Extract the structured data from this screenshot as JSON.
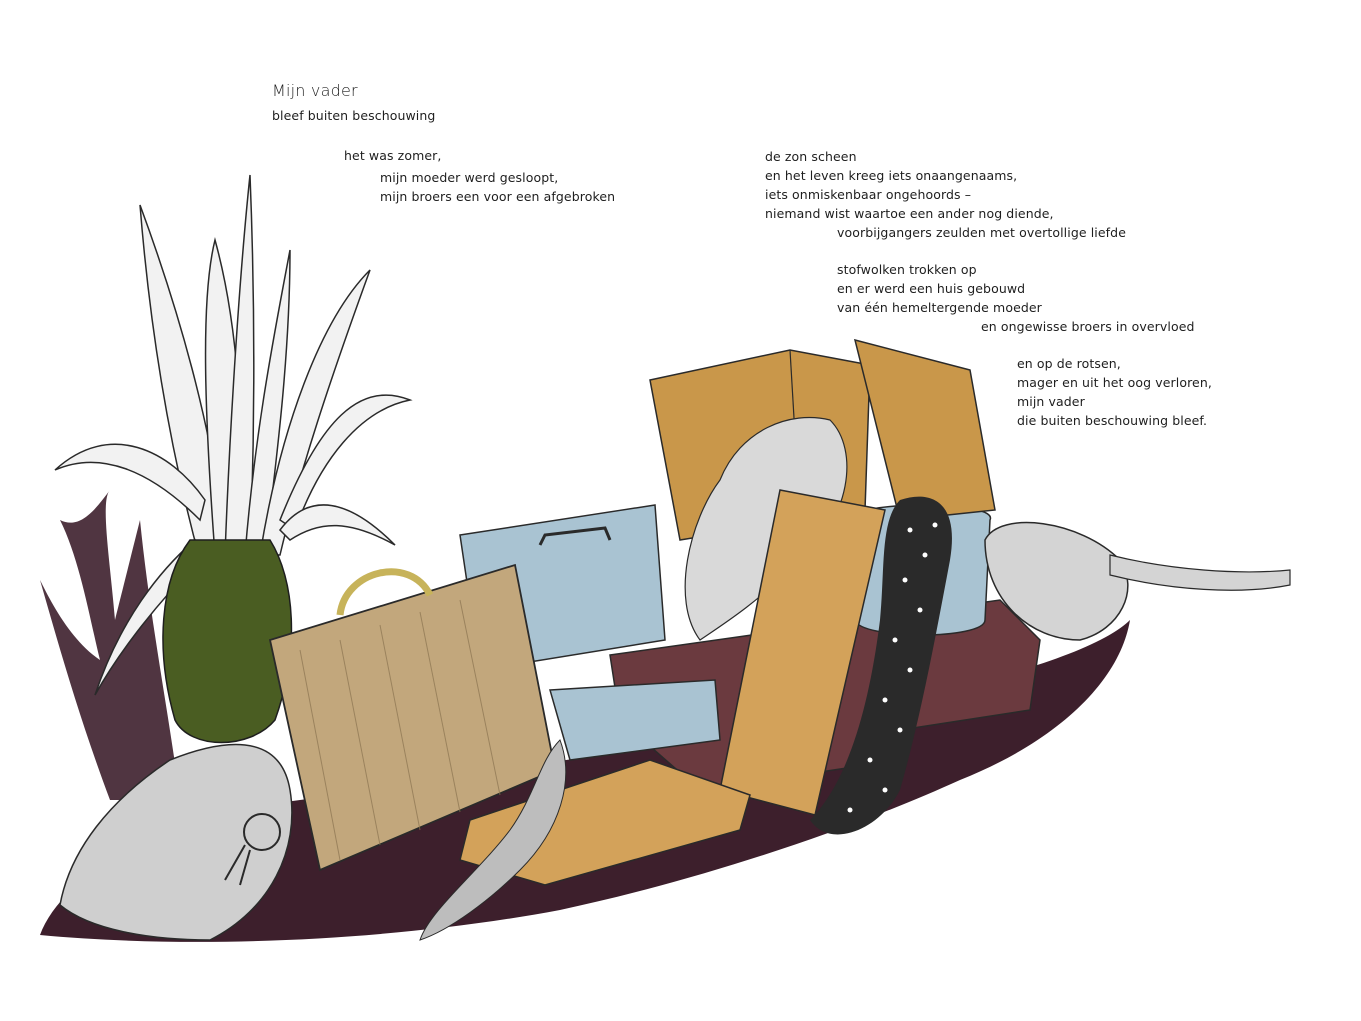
{
  "poem": {
    "title": "Mijn vader",
    "subtitle": "bleef buiten beschouwing",
    "left_lines": [
      "het was zomer,",
      "mijn moeder werd gesloopt,",
      "mijn broers een voor een afgebroken"
    ],
    "right_lines": [
      "de zon scheen",
      "en het leven kreeg iets onaangenaams,",
      "iets onmiskenbaar ongehoords –",
      "niemand wist waartoe een ander nog diende,",
      "voorbijgangers zeulden met overtollige liefde",
      "stofwolken trokken op",
      "en er werd een huis gebouwd",
      "van één hemeltergende moeder",
      "en ongewisse broers in overvloed",
      "en op de rotsen,",
      "mager en uit het oog verloren,",
      "mijn vader",
      "die buiten beschouwing bleef."
    ]
  },
  "colors": {
    "ink": "#1e1e1e",
    "shadow": "#3d1f2c",
    "pot_green": "#4a5d22",
    "cardboard": "#c9974a",
    "suitcase_tan": "#c2a77c",
    "light_blue": "#a9c3d2",
    "maroon_box": "#6b3a3f"
  }
}
